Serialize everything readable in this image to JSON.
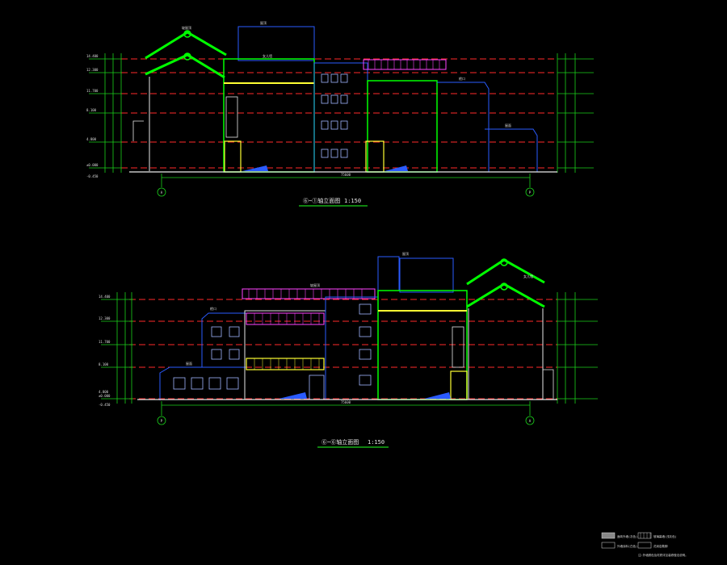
{
  "colors": {
    "background": "#000000",
    "grid_red": "#ff2a2a",
    "dim_green": "#1bd11b",
    "roof_green": "#00ff00",
    "wall_white": "#e8e8e8",
    "window_blue": "#2a5bff",
    "window_light": "#9fb6ff",
    "accent_yellow": "#ffff33",
    "accent_magenta": "#ff44ff",
    "text": "#dddddd"
  },
  "top_elevation": {
    "title": "⑥~①轴立面图",
    "scale": "1:150",
    "axis_left": "A",
    "axis_right": "P",
    "total_dim": "75600",
    "roof_labels": [
      "屋顶",
      "女儿墙",
      "坡屋顶",
      "檐口",
      "屋面"
    ],
    "level_labels": [
      "14.400",
      "12.300",
      "11.700",
      "8.100",
      "4.800",
      "±0.000",
      "-0.450"
    ]
  },
  "bottom_elevation": {
    "title": "⑥~⑥轴立面图",
    "scale": "1:150",
    "axis_left": "P",
    "axis_right": "A",
    "total_dim": "75600",
    "roof_labels": [
      "屋顶",
      "坡屋顶",
      "女儿墙",
      "檐口",
      "屋面"
    ],
    "level_labels": [
      "14.400",
      "12.300",
      "11.700",
      "8.100",
      "4.800",
      "±0.000",
      "-0.450"
    ]
  },
  "legend": {
    "items": [
      "面砖外墙(灰色)",
      "外墙涂料(白色)",
      "玻璃幕墙(浅灰色)",
      "花岗岩勒脚"
    ],
    "note": "注:外墙颜色及材质详见装修做法说明。"
  }
}
